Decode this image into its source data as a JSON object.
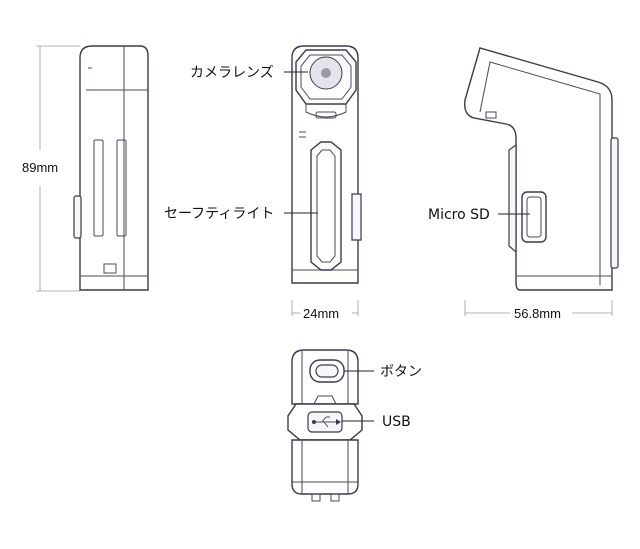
{
  "labels": {
    "camera_lens": "カメラレンズ",
    "safety_light": "セーフティライト",
    "micro_sd": "Micro SD",
    "button": "ボタン",
    "usb": "USB"
  },
  "dimensions": {
    "height": "89mm",
    "width": "24mm",
    "depth": "56.8mm"
  },
  "colors": {
    "line": "#3a3a4e",
    "guide": "#9a9aa6",
    "text": "#111111"
  }
}
